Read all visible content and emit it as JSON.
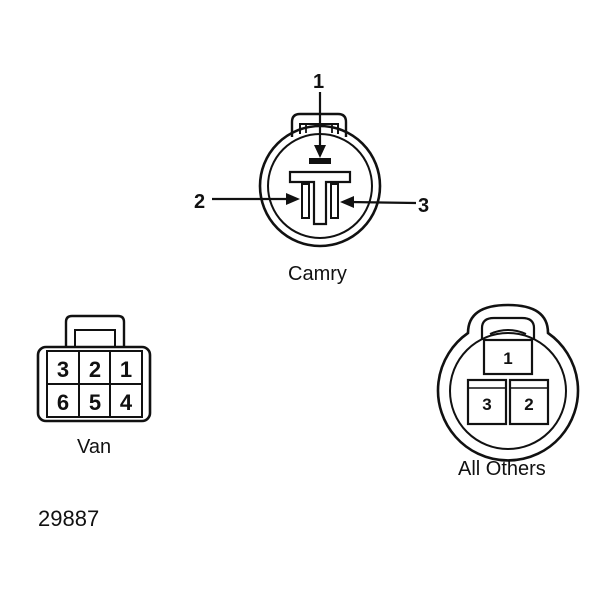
{
  "camry": {
    "label": "Camry",
    "callouts": [
      "1",
      "2",
      "3"
    ]
  },
  "van": {
    "label": "Van",
    "pins_top": [
      "3",
      "2",
      "1"
    ],
    "pins_bottom": [
      "6",
      "5",
      "4"
    ]
  },
  "others": {
    "label": "All Others",
    "pins": [
      "1",
      "3",
      "2"
    ]
  },
  "figure_id": "29887"
}
